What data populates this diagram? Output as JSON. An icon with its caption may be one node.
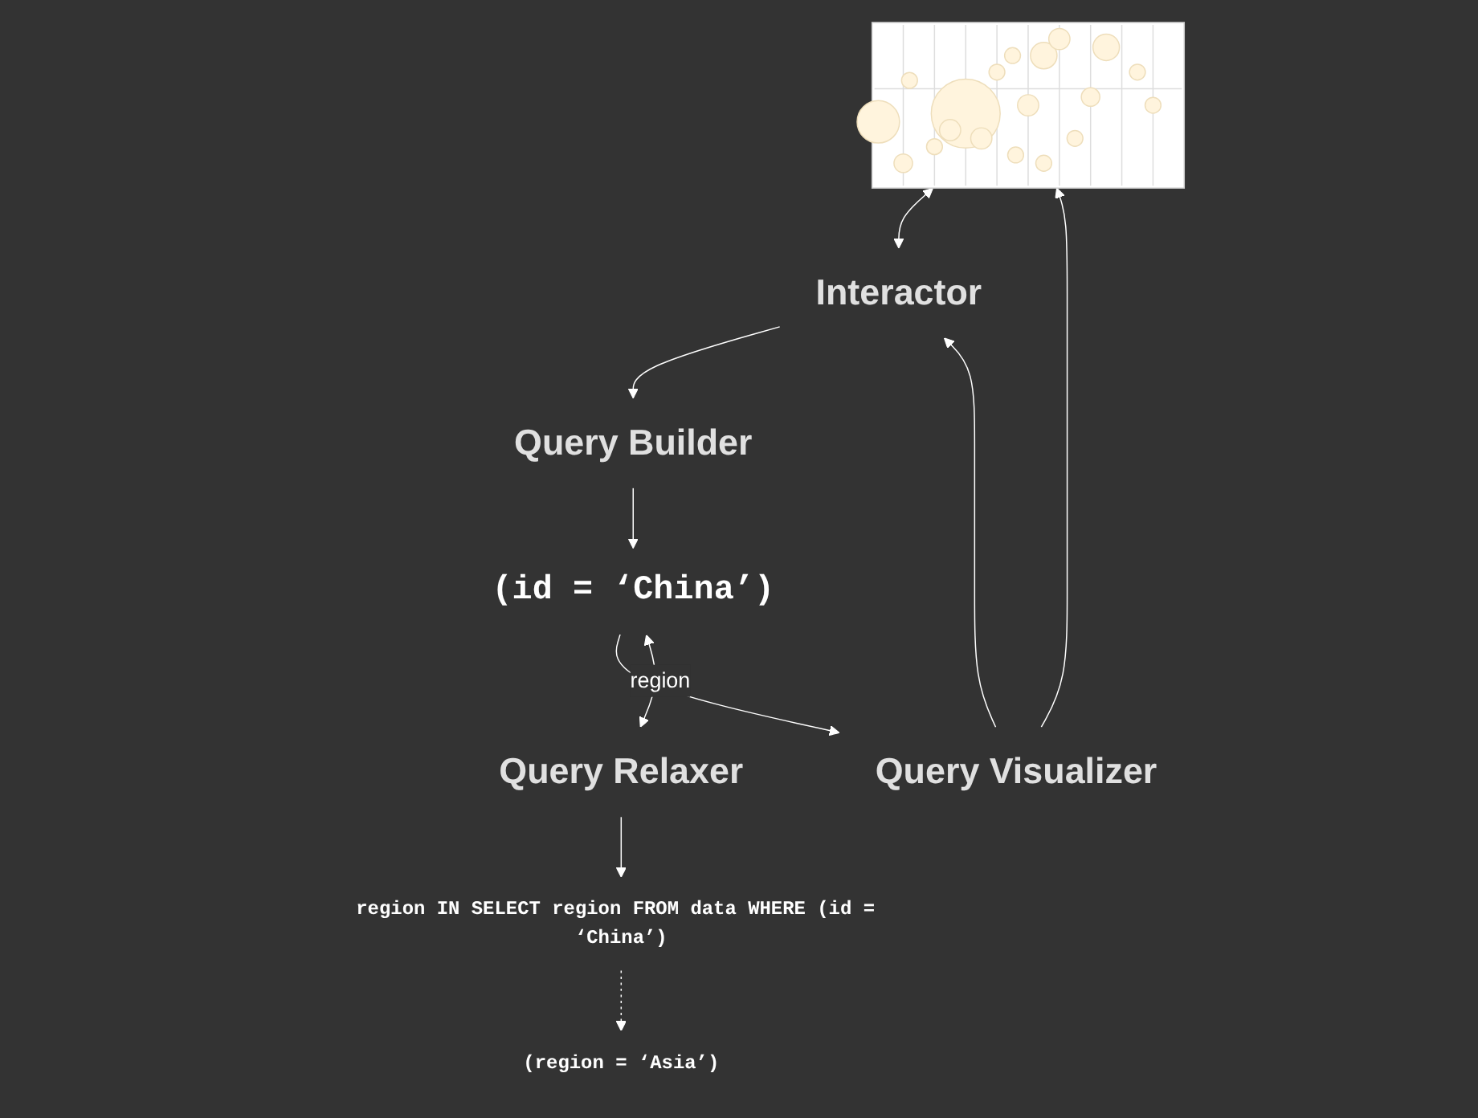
{
  "diagram": {
    "nodes": [
      {
        "text": [],
        "shape": "picture"
      },
      {
        "text": [
          "Interactor"
        ]
      },
      {
        "text": [
          "Query Visualizer"
        ]
      },
      {
        "text": [
          "Query Builder"
        ]
      },
      {
        "text": [
          "(id = ‘China’)"
        ]
      },
      {
        "text": [
          "Query Relaxer"
        ]
      },
      {
        "text": [
          "region IN SELECT region FROM data WHERE (id = ‘China’)"
        ]
      },
      {
        "text": [
          "(region = ‘Asia’)"
        ]
      }
    ],
    "edges": [
      {
        "from": 2,
        "to": 0,
        "arrow": "to"
      },
      {
        "from": 2,
        "to": 1,
        "arrow": "to"
      },
      {
        "from": 0,
        "to": 1,
        "arrow": "both"
      },
      {
        "from": 1,
        "to": 3,
        "arrow": "to"
      },
      {
        "from": 3,
        "to": 4,
        "arrow": "to"
      },
      {
        "from": 4,
        "to": 2,
        "arrow": "to"
      },
      {
        "from": 4,
        "to": 5,
        "arrow": "both",
        "label": "region"
      },
      {
        "from": 5,
        "to": 6,
        "arrow": "to"
      },
      {
        "from": 6,
        "to": 7,
        "arrow": "to",
        "style": "dashed"
      }
    ]
  }
}
